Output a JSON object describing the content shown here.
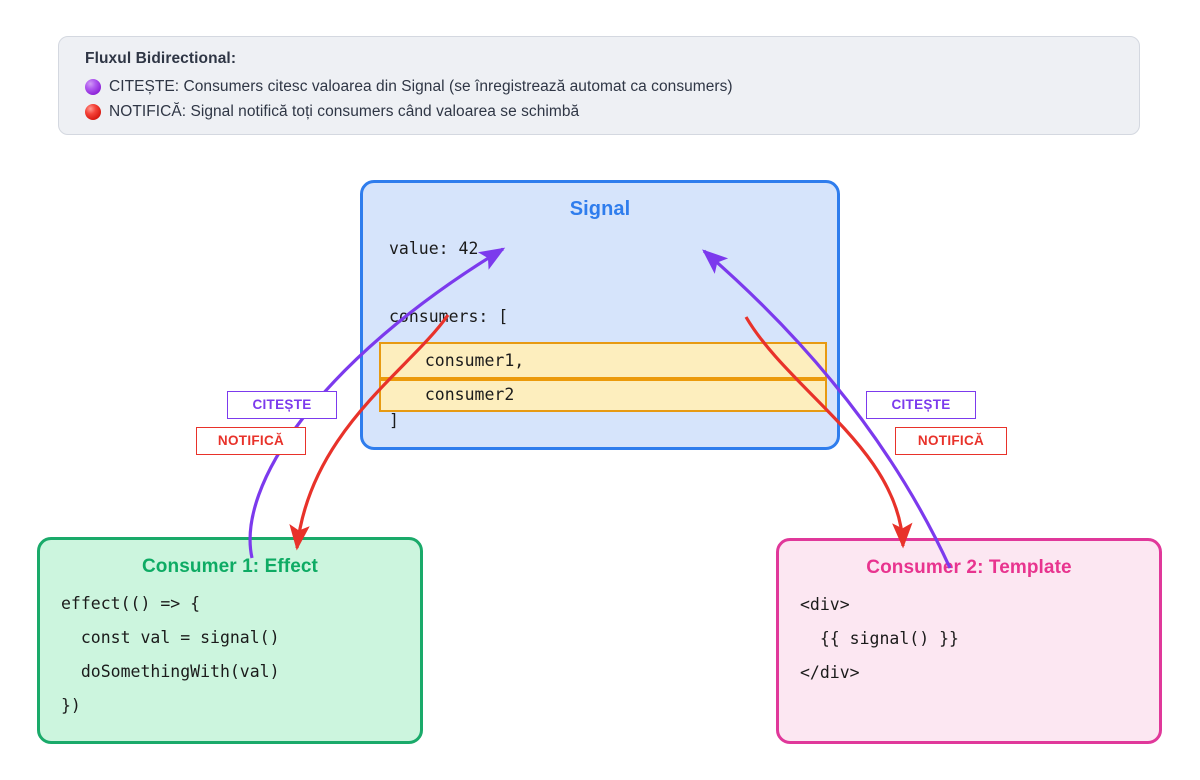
{
  "legend": {
    "title": "Fluxul Bidirectional:",
    "items": [
      {
        "bullet": "purple-circle-icon",
        "text": "CITEȘTE: Consumers citesc valoarea din Signal (se înregistrează automat ca consumers)"
      },
      {
        "bullet": "red-circle-icon",
        "text": "NOTIFICĂ: Signal notifică toți consumers când valoarea se schimbă"
      }
    ]
  },
  "signal": {
    "title": "Signal",
    "lines": [
      "value: 42",
      "",
      "consumers: ["
    ],
    "highlighted": [
      "  consumer1,",
      "  consumer2"
    ],
    "closing": "]"
  },
  "consumer1": {
    "title": "Consumer 1: Effect",
    "lines": [
      "effect(() => {",
      "  const val = signal()",
      "  doSomethingWith(val)",
      "})"
    ]
  },
  "consumer2": {
    "title": "Consumer 2: Template",
    "lines": [
      "<div>",
      "  {{ signal() }}",
      "</div>"
    ]
  },
  "edge_labels": {
    "citeste_left": "CITEȘTE",
    "notifica_left": "NOTIFICĂ",
    "citeste_right": "CITEȘTE",
    "notifica_right": "NOTIFICĂ"
  },
  "colors": {
    "read_purple": "#7c3aed",
    "notify_red": "#e8322a",
    "signal_blue": "#2f7ded",
    "consumer1_green": "#0eab64",
    "consumer2_pink": "#e8348f",
    "highlight_orange": "#e79a12",
    "legend_bg": "#eef0f4"
  }
}
